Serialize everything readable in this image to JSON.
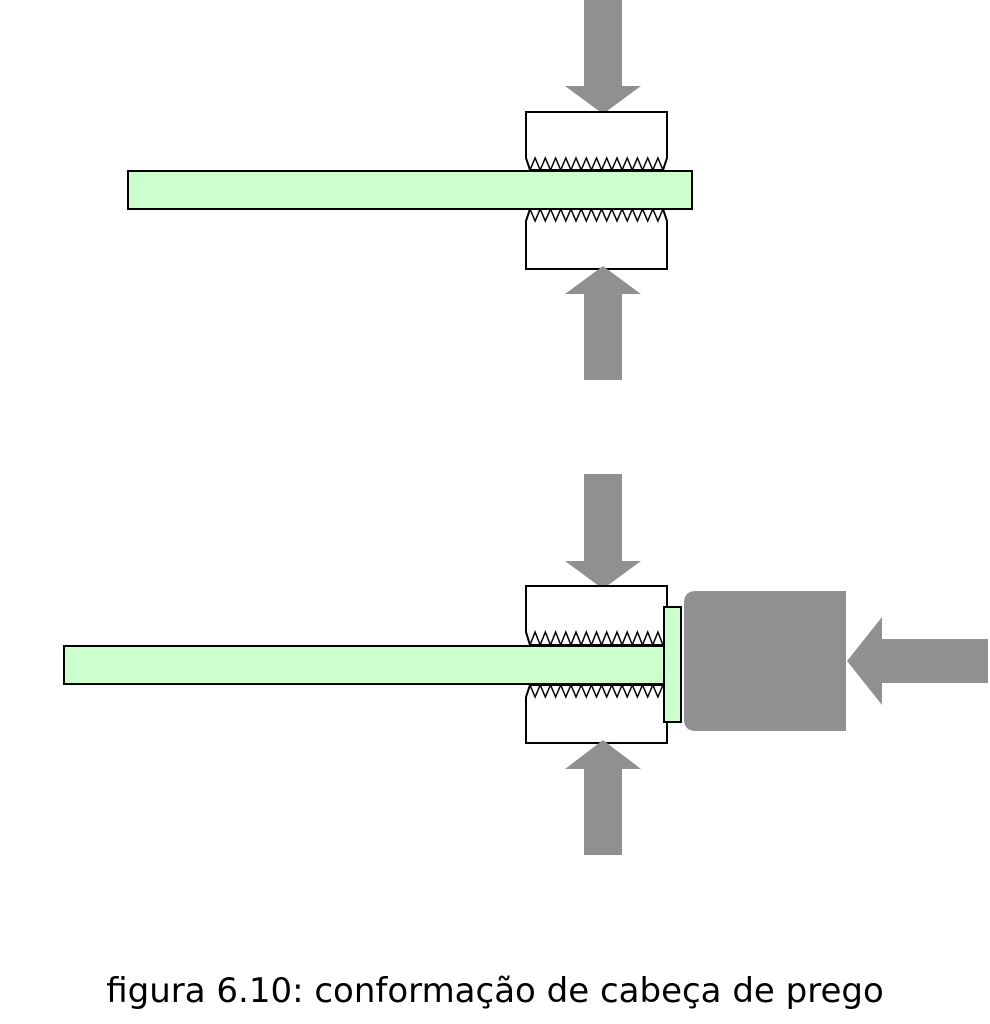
{
  "figure": {
    "caption": "figura 6.10: conformação de cabeça de prego"
  },
  "colors": {
    "wire_fill": "#ccffcc",
    "outline": "#000000",
    "force_arrow": "#909090",
    "punch": "#909090",
    "die_fill": "#ffffff",
    "background": "#ffffff"
  },
  "stages": [
    {
      "name": "before-heading",
      "head_formed": false,
      "punch_shown": false
    },
    {
      "name": "after-heading",
      "head_formed": true,
      "punch_shown": true
    }
  ]
}
